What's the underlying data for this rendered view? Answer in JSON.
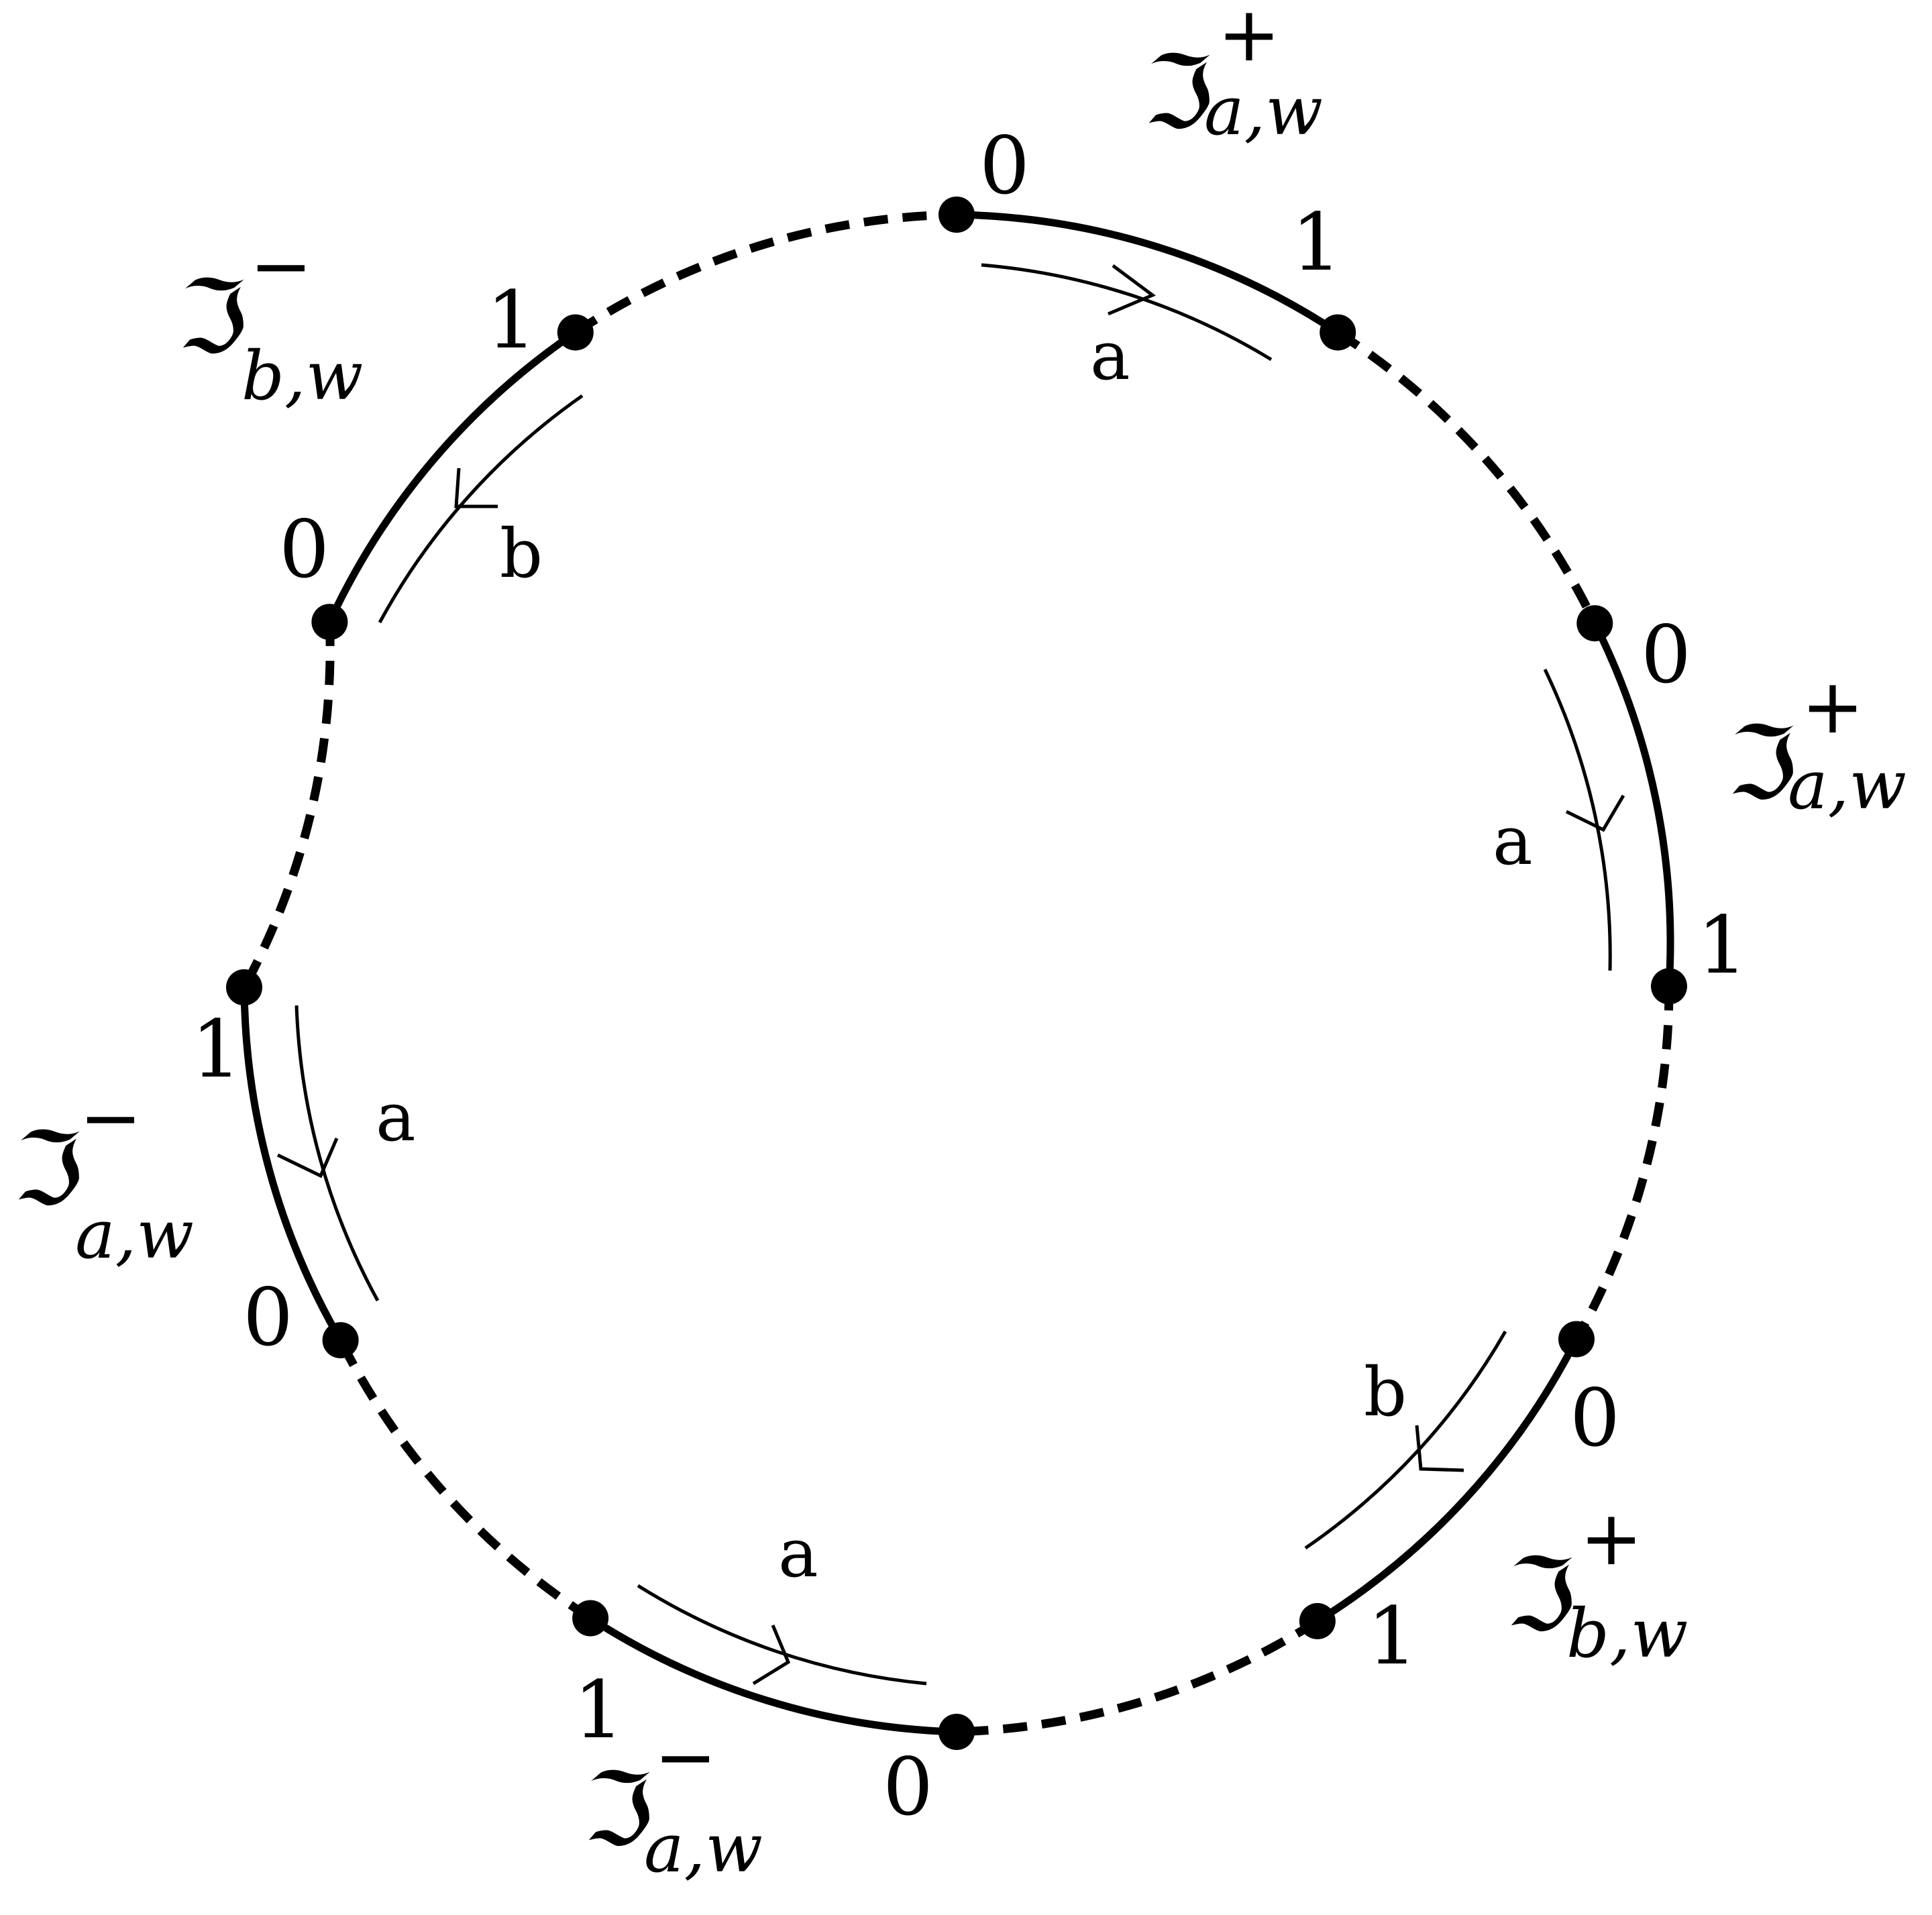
{
  "colors": {
    "stroke": "#000000",
    "background": "#ffffff"
  },
  "boundary_arcs": [
    {
      "name": "arc-top",
      "script": "ℑ",
      "sign": "+",
      "subscript": "a,w",
      "start_label": "0",
      "end_label": "1",
      "edge_label": "a"
    },
    {
      "name": "arc-right",
      "script": "ℑ",
      "sign": "+",
      "subscript": "a,w",
      "start_label": "0",
      "end_label": "1",
      "edge_label": "a"
    },
    {
      "name": "arc-bottom-right",
      "script": "ℑ",
      "sign": "+",
      "subscript": "b,w",
      "start_label": "0",
      "end_label": "1",
      "edge_label": "b"
    },
    {
      "name": "arc-bottom",
      "script": "ℑ",
      "sign": "−",
      "subscript": "a,w",
      "start_label": "0",
      "end_label": "1",
      "edge_label": "a"
    },
    {
      "name": "arc-left",
      "script": "ℑ",
      "sign": "−",
      "subscript": "a,w",
      "start_label": "0",
      "end_label": "1",
      "edge_label": "a"
    },
    {
      "name": "arc-top-left",
      "script": "ℑ",
      "sign": "−",
      "subscript": "b,w",
      "start_label": "0",
      "end_label": "1",
      "edge_label": "b"
    }
  ]
}
